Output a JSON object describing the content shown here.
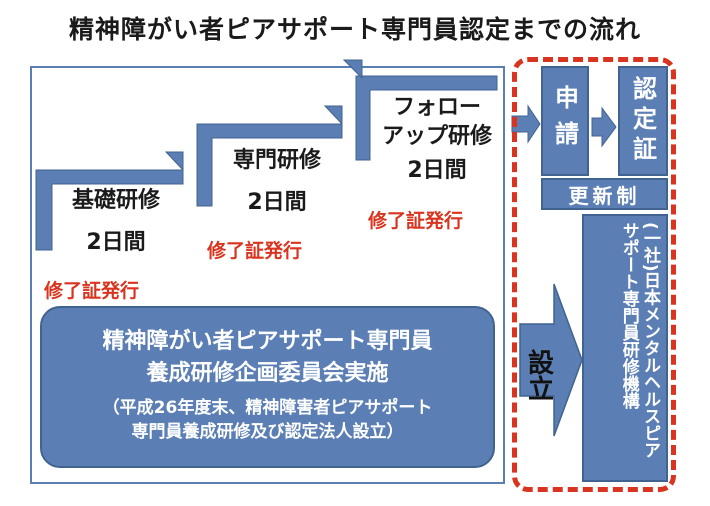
{
  "title": "精神障がい者ピアサポート専門員認定までの流れ",
  "stages": [
    {
      "name": "基礎研修",
      "duration": "2日間",
      "cert": "修了証発行"
    },
    {
      "name": "専門研修",
      "duration": "2日間",
      "cert": "修了証発行"
    },
    {
      "name_line1": "フォロー",
      "name_line2": "アップ研修",
      "duration": "2日間",
      "cert": "修了証発行"
    }
  ],
  "committee": {
    "line1": "精神障がい者ピアサポート専門員",
    "line2": "養成研修企画委員会実施",
    "note_line1": "（平成26年度末、精神障害者ピアサポート",
    "note_line2": "専門員養成研修及び認定法人設立）"
  },
  "apply": "申請",
  "certificate": "認定証",
  "renewal": "更新制",
  "establish": "設立",
  "organization": "(一社)日本メンタルヘルスピアサポート専門員研修機構",
  "colors": {
    "blue": "#5b7fb4",
    "red": "#d9341f",
    "dark_blue": "#41638f"
  }
}
